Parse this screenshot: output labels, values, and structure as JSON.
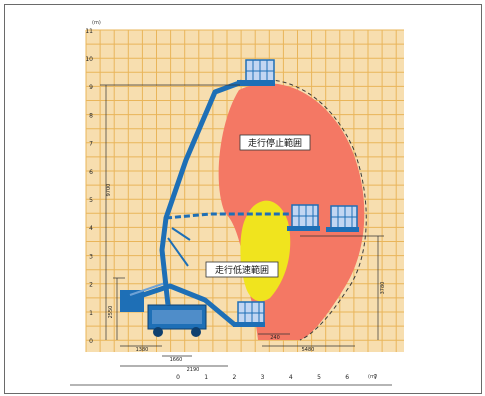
{
  "diagram": {
    "axis_units": {
      "y": "(m)",
      "x": "(m)"
    },
    "y_ticks": [
      "0",
      "1",
      "2",
      "3",
      "4",
      "5",
      "6",
      "7",
      "8",
      "9",
      "10",
      "11"
    ],
    "x_ticks": [
      "0",
      "1",
      "2",
      "3",
      "4",
      "5",
      "6",
      "7"
    ],
    "dims": {
      "d1": "1380",
      "d2": "1660",
      "d3": "2190",
      "d4": "9700",
      "d5": "2550",
      "d6": "3780",
      "d7": "5480",
      "d8": "240"
    },
    "zones": {
      "stop": "走行停止範囲",
      "slow": "走行低速範囲"
    },
    "colors": {
      "background": "#f7deaf",
      "grid": "#e9b55a",
      "stop_zone": "#f47864",
      "slow_zone": "#f0e41e",
      "machine": "#1e6fb6",
      "basket": "#c2d6f2"
    }
  }
}
